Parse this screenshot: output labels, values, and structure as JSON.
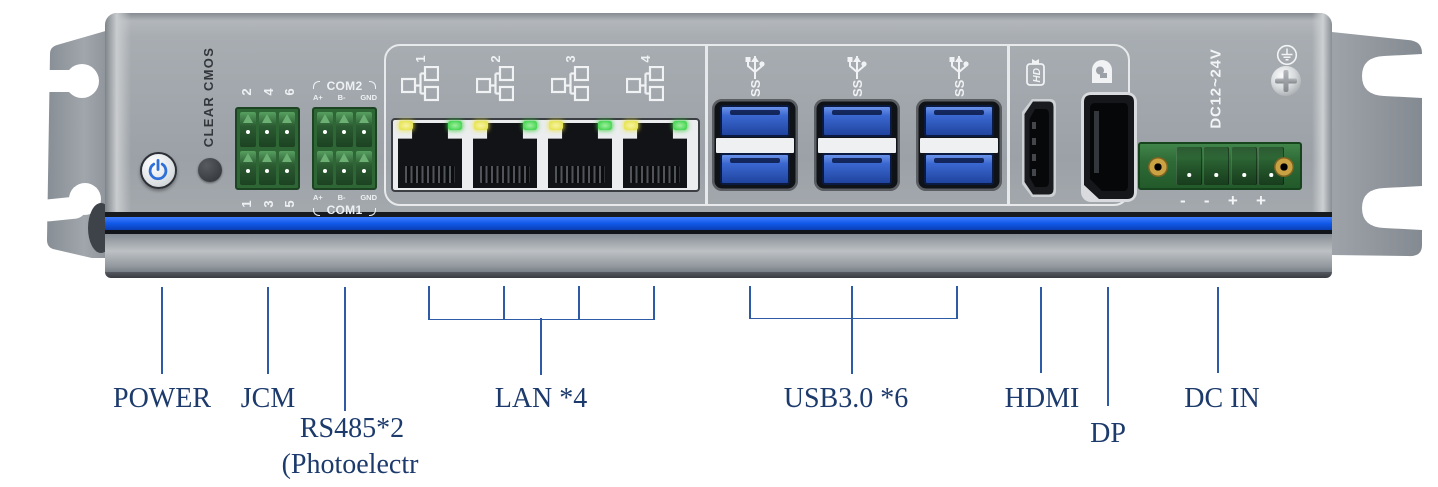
{
  "panel": {
    "clear_cmos_label": "CLEAR CMOS",
    "jcm": {
      "top_pins": [
        "2",
        "4",
        "6"
      ],
      "bottom_pins": [
        "1",
        "3",
        "5"
      ]
    },
    "com2": {
      "name": "COM2",
      "pins": [
        "A+",
        "B-",
        "GND"
      ]
    },
    "com1": {
      "name": "COM1",
      "pins": [
        "A+",
        "B-",
        "GND"
      ]
    },
    "lan": {
      "port_numbers": [
        "1",
        "2",
        "3",
        "4"
      ]
    },
    "usb": {
      "icon_text": "SS"
    },
    "hdmi": {
      "icon_text": "HD"
    },
    "dc": {
      "rating": "DC12~24V",
      "polarity": [
        "-",
        "-",
        "+",
        "+"
      ]
    }
  },
  "annotations": {
    "power": {
      "label": "POWER"
    },
    "jcm": {
      "label": "JCM"
    },
    "rs485": {
      "label": "RS485*2",
      "label2": "(Photoelectr"
    },
    "lan": {
      "label": "LAN *4"
    },
    "usb": {
      "label": "USB3.0 *6"
    },
    "hdmi": {
      "label": "HDMI"
    },
    "dp": {
      "label": "DP"
    },
    "dcin": {
      "label": "DC IN"
    }
  },
  "icons": {
    "power": "power-symbol-icon",
    "lan": "network-nodes-icon",
    "usb": "usb3-superspeed-icon",
    "hdmi": "hd-display-icon",
    "dp": "displayport-logo-icon",
    "ground": "earth-ground-icon"
  },
  "colors": {
    "annotation_text": "#1c3a6c",
    "leader_line": "#2d5ba6",
    "accent_stripe_blue": "#1159e8",
    "chassis_gray": "#9ea4aa",
    "terminal_green": "#2e6636",
    "usb_blue": "#3a67cf",
    "led_yellow": "#e2de3e",
    "led_green": "#2ecd3d"
  }
}
